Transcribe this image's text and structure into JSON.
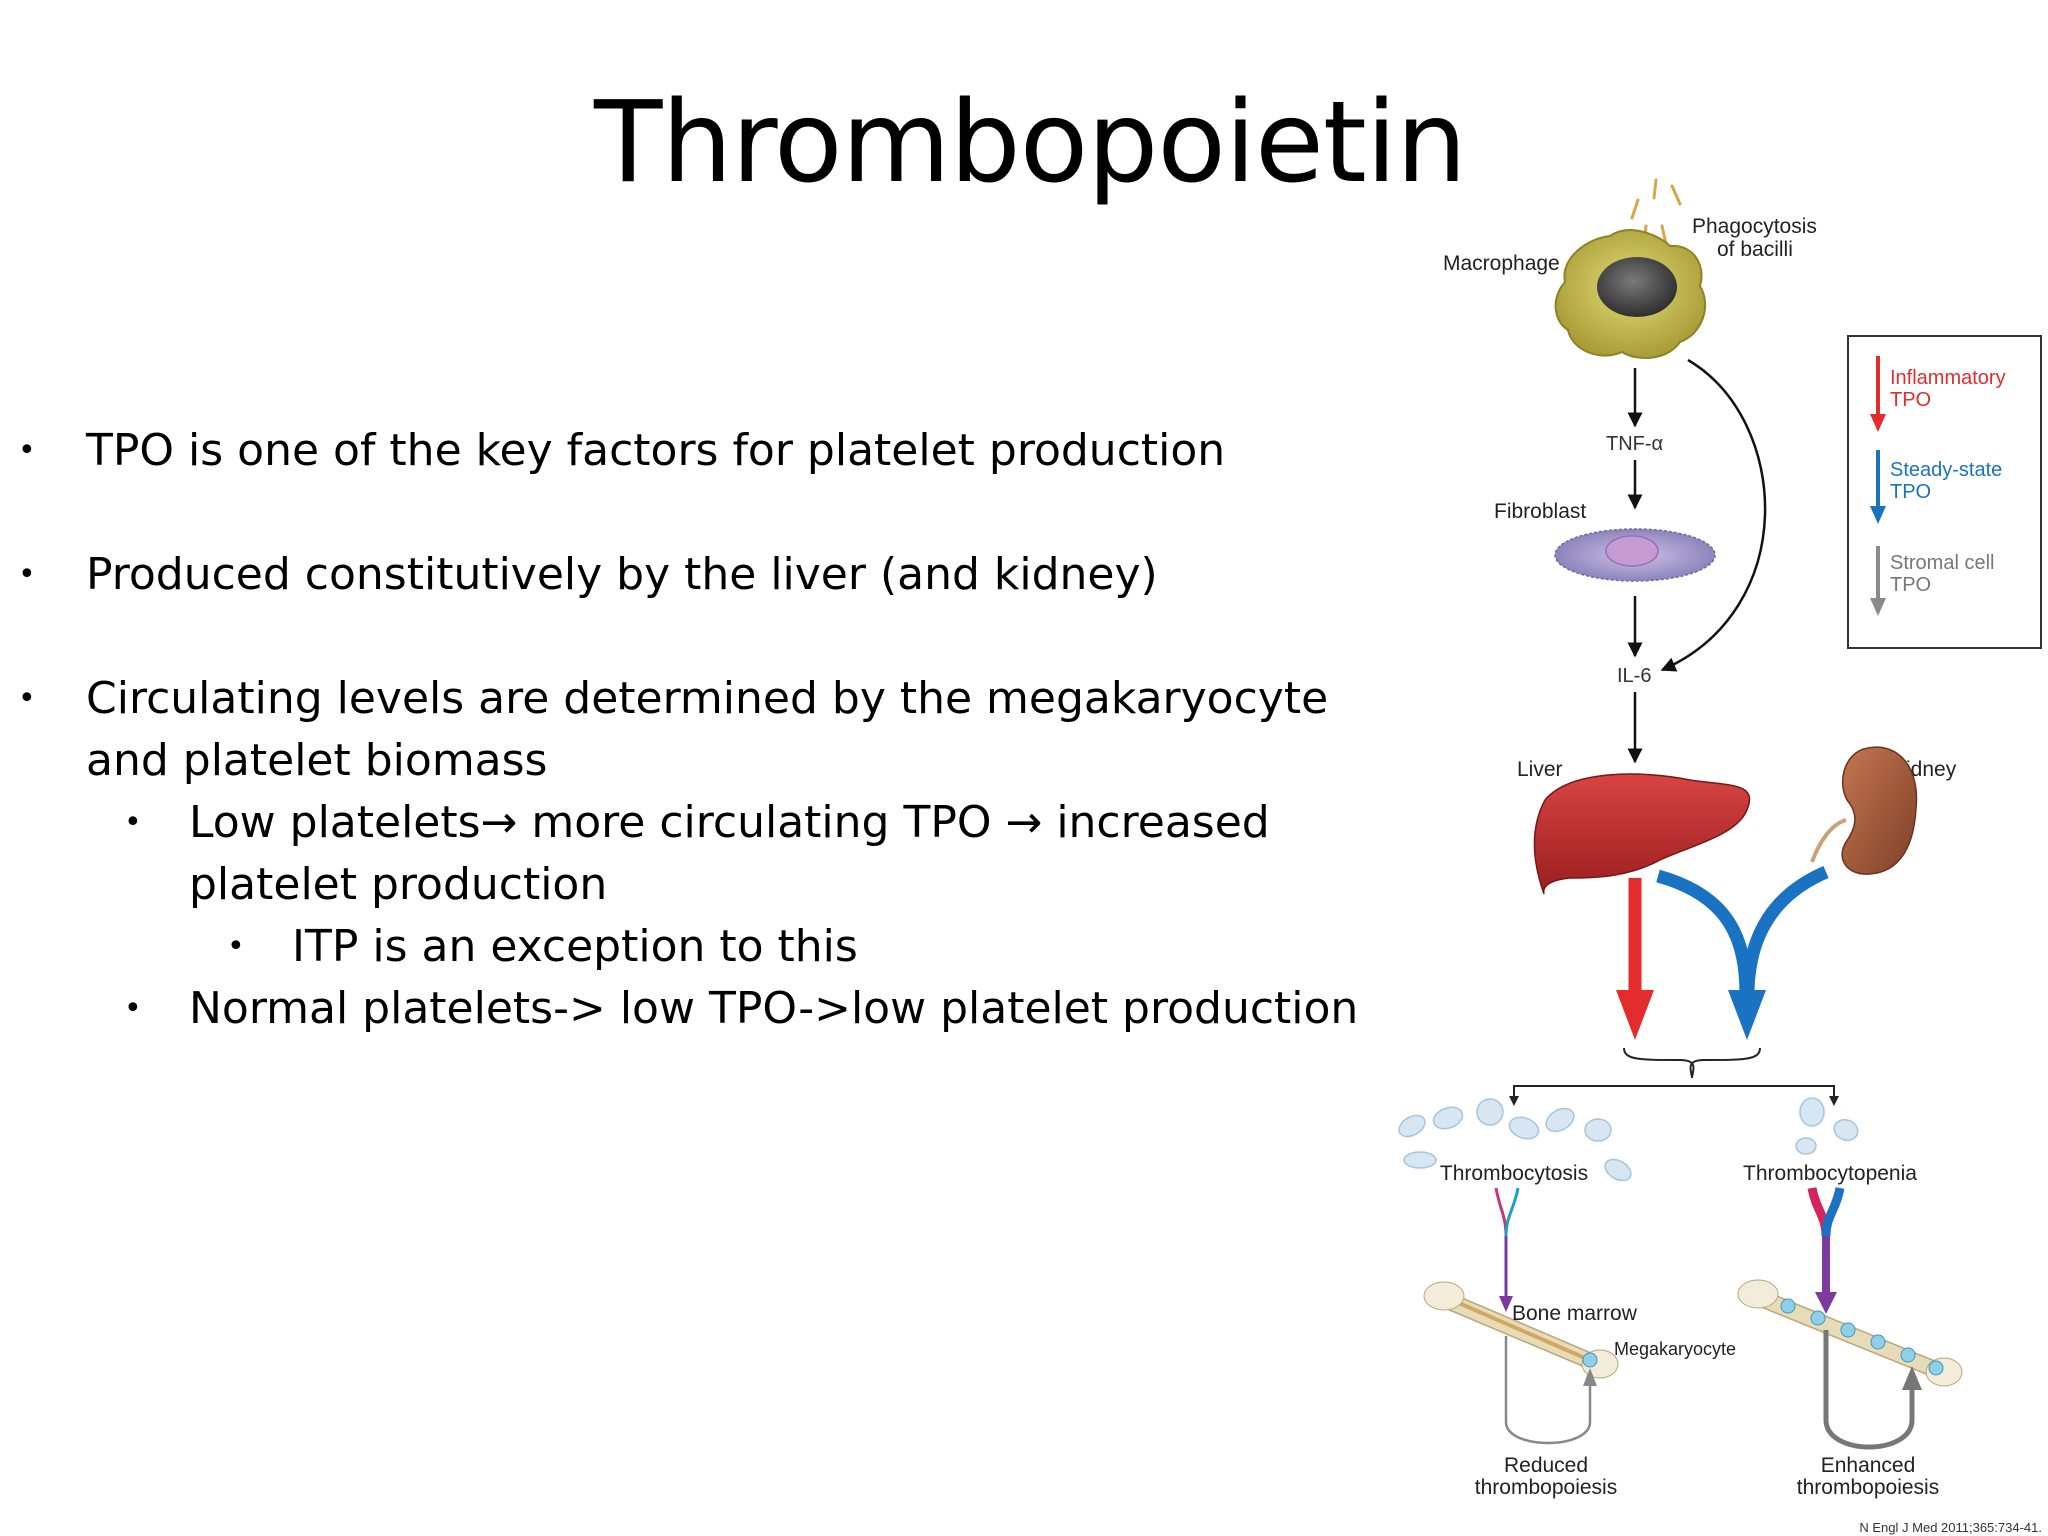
{
  "slide": {
    "title": "Thrombopoietin",
    "bullets": [
      {
        "text": "TPO is one of the key factors for platelet production"
      },
      {
        "text": "Produced constitutively by the liver (and kidney)"
      },
      {
        "text": "Circulating levels are determined by the megakaryocyte and platelet biomass"
      },
      {
        "text": "Low platelets→ more circulating TPO → increased platelet production"
      },
      {
        "text": "ITP is an exception to this"
      },
      {
        "text": "Normal platelets-> low TPO->low platelet production"
      }
    ],
    "bullet_glyph": "•"
  },
  "figure": {
    "macrophage": "Macrophage",
    "phagocytosis_1": "Phagocytosis",
    "phagocytosis_2": "of bacilli",
    "tnf": "TNF-α",
    "fibroblast": "Fibroblast",
    "il6": "IL-6",
    "liver": "Liver",
    "kidney": "Kidney",
    "thrombocytosis": "Thrombocytosis",
    "thrombocytopenia": "Thrombocytopenia",
    "bone_marrow": "Bone marrow",
    "megakaryocyte": "Megakaryocyte",
    "reduced_1": "Reduced",
    "reduced_2": "thrombopoiesis",
    "enhanced_1": "Enhanced",
    "enhanced_2": "thrombopoiesis",
    "citation": "N Engl J Med 2011;365:734-41.",
    "legend": {
      "inflammatory_1": "Inflammatory",
      "inflammatory_2": "TPO",
      "steady_1": "Steady-state",
      "steady_2": "TPO",
      "stromal_1": "Stromal cell",
      "stromal_2": "TPO"
    },
    "colors": {
      "inflammatory": "#e32d2d",
      "steady": "#1a73c2",
      "stromal": "#8a8a8a",
      "liver": "#b82a2a",
      "kidney": "#a55a3a",
      "marrow_path": "#7b3aa0"
    }
  }
}
